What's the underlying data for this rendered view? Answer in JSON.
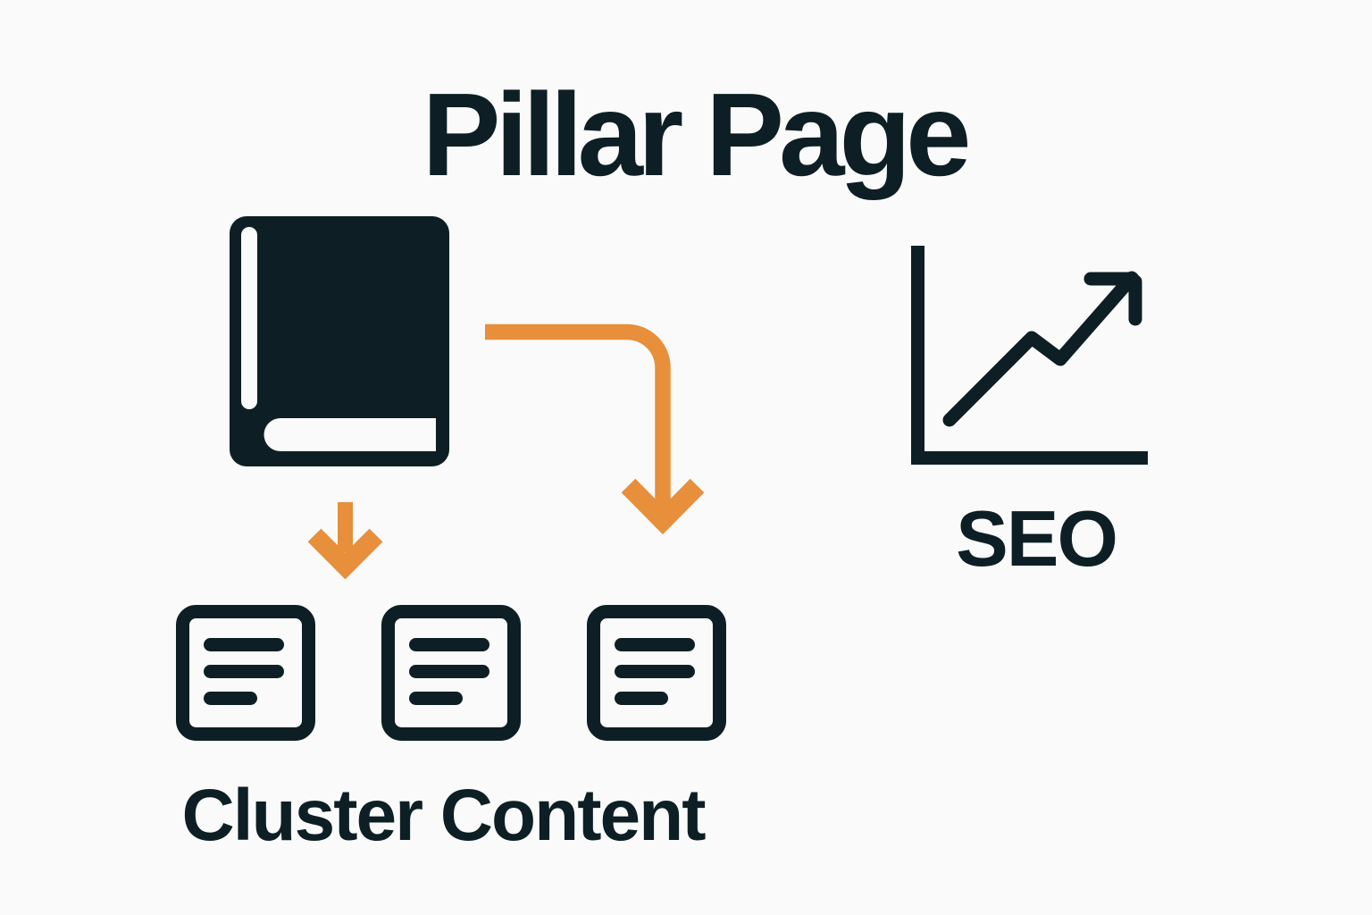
{
  "title": "Pillar Page",
  "colors": {
    "background": "#fafafa",
    "ink": "#0d1f24",
    "accent": "#e78f3b"
  },
  "pillar": {
    "icon": "book-icon"
  },
  "connectors": [
    {
      "icon": "down-arrow-icon"
    },
    {
      "icon": "elbow-arrow-icon"
    }
  ],
  "cluster": {
    "label": "Cluster Content",
    "icon": "document-icon",
    "document_count": 3
  },
  "seo": {
    "label": "SEO",
    "icon": "growth-chart-icon"
  }
}
